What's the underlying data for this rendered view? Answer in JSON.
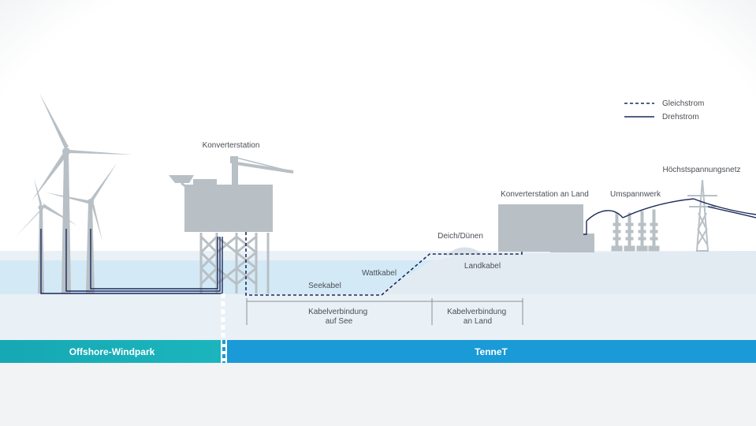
{
  "legend": {
    "dc": "Gleichstrom",
    "ac": "Drehstrom"
  },
  "labels": {
    "converter_offshore": "Konverterstation",
    "converter_land": "Konverterstation an Land",
    "substation": "Umspannwerk",
    "grid": "Höchstspannungsnetz",
    "dike": "Deich/Dünen",
    "sea_cable": "Seekabel",
    "tidal_cable": "Wattkabel",
    "land_cable": "Landkabel",
    "connection_sea": [
      "Kabelverbindung",
      "auf See"
    ],
    "connection_land": [
      "Kabelverbindung",
      "an Land"
    ]
  },
  "bands": {
    "offshore": "Offshore-Windpark",
    "operator": "TenneT"
  },
  "colors": {
    "sky": "#ffffff",
    "land": "#e9f0f6",
    "water": "#d4ebf6",
    "structure": "#b8c0c6",
    "cable": "#1c2a5a",
    "band_left": "#1fb0b8",
    "band_right": "#1a9ad6"
  }
}
